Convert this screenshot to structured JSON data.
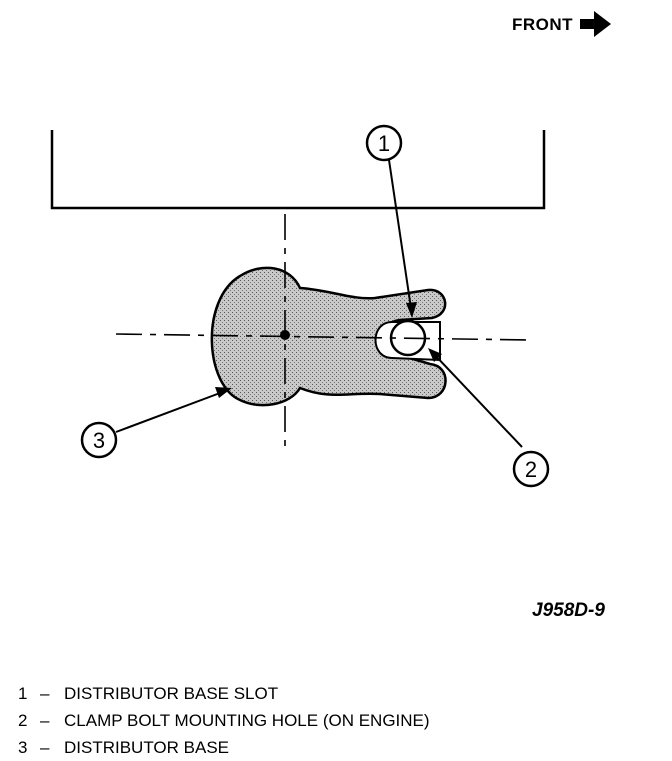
{
  "header": {
    "direction_label": "FRONT",
    "direction_icon": "right-arrow-icon"
  },
  "callouts": [
    {
      "number": "1",
      "label": "DISTRIBUTOR BASE SLOT"
    },
    {
      "number": "2",
      "label": "CLAMP BOLT MOUNTING HOLE (ON ENGINE)"
    },
    {
      "number": "3",
      "label": "DISTRIBUTOR BASE"
    }
  ],
  "figure_id": "J958D-9",
  "legend": [
    {
      "number": "1",
      "separator": "–",
      "text": "DISTRIBUTOR BASE SLOT"
    },
    {
      "number": "2",
      "separator": "–",
      "text": "CLAMP BOLT MOUNTING HOLE (ON ENGINE)"
    },
    {
      "number": "3",
      "separator": "–",
      "text": "DISTRIBUTOR BASE"
    }
  ]
}
